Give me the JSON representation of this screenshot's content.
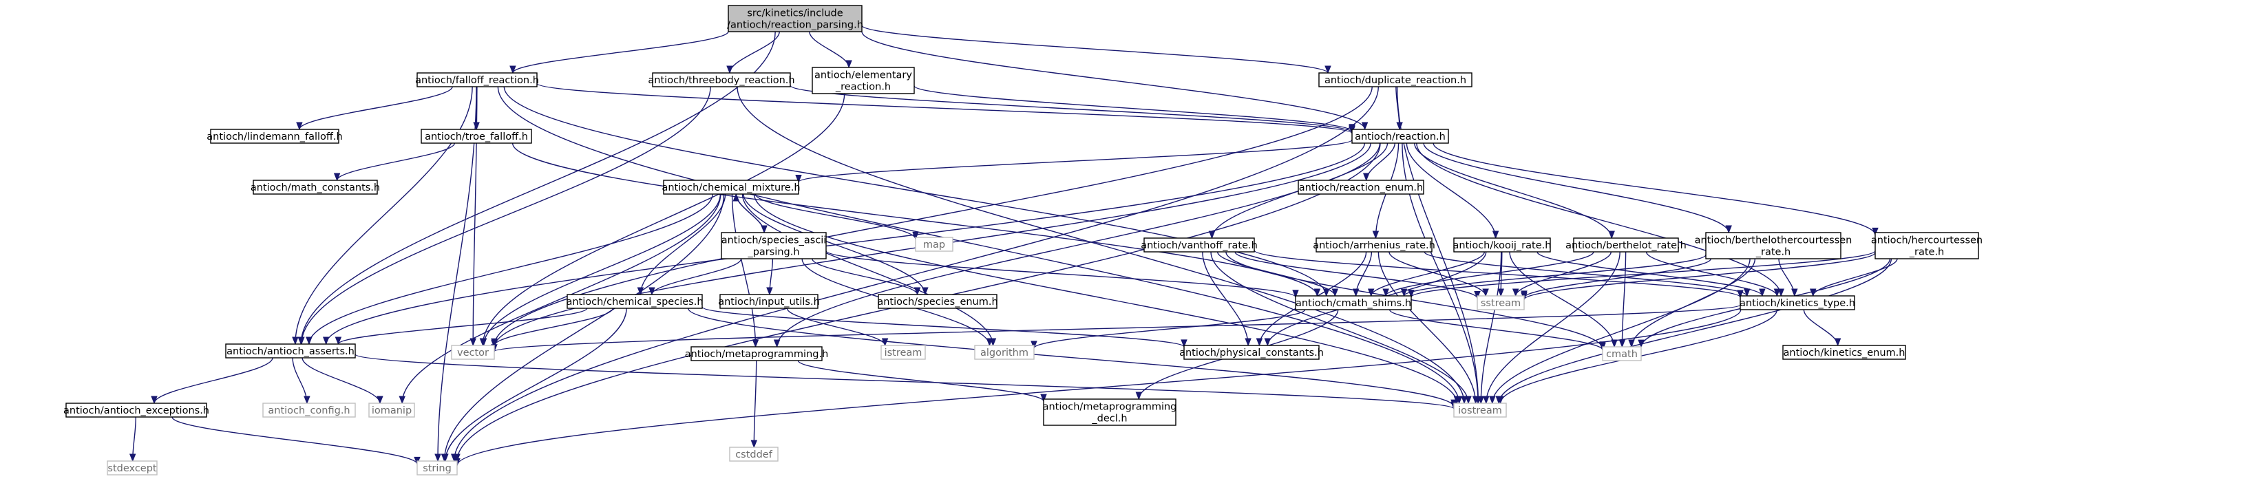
{
  "graph": {
    "colors": {
      "edge": "#191970",
      "node_border": "#000000",
      "external_border": "#bfbfbf",
      "root_fill": "#bfbfbf",
      "node_fill": "#ffffff",
      "external_text": "#6e6e6e"
    },
    "nodes": [
      {
        "id": "root",
        "lines": [
          "src/kinetics/include",
          "/antioch/reaction_parsing.h"
        ],
        "kind": "root"
      },
      {
        "id": "falloff",
        "lines": [
          "antioch/falloff_reaction.h"
        ],
        "kind": "internal"
      },
      {
        "id": "threebody",
        "lines": [
          "antioch/threebody_reaction.h"
        ],
        "kind": "internal"
      },
      {
        "id": "elementary",
        "lines": [
          "antioch/elementary",
          "_reaction.h"
        ],
        "kind": "internal"
      },
      {
        "id": "duplicate",
        "lines": [
          "antioch/duplicate_reaction.h"
        ],
        "kind": "internal"
      },
      {
        "id": "lindemann",
        "lines": [
          "antioch/lindemann_falloff.h"
        ],
        "kind": "internal"
      },
      {
        "id": "troe",
        "lines": [
          "antioch/troe_falloff.h"
        ],
        "kind": "internal"
      },
      {
        "id": "reaction",
        "lines": [
          "antioch/reaction.h"
        ],
        "kind": "internal"
      },
      {
        "id": "mathconst",
        "lines": [
          "antioch/math_constants.h"
        ],
        "kind": "internal"
      },
      {
        "id": "chemmix",
        "lines": [
          "antioch/chemical_mixture.h"
        ],
        "kind": "internal"
      },
      {
        "id": "reactenum",
        "lines": [
          "antioch/reaction_enum.h"
        ],
        "kind": "internal"
      },
      {
        "id": "map",
        "lines": [
          "map"
        ],
        "kind": "external"
      },
      {
        "id": "speciesascii",
        "lines": [
          "antioch/species_ascii",
          "_parsing.h"
        ],
        "kind": "internal"
      },
      {
        "id": "vanthoff",
        "lines": [
          "antioch/vanthoff_rate.h"
        ],
        "kind": "internal"
      },
      {
        "id": "arrhenius",
        "lines": [
          "antioch/arrhenius_rate.h"
        ],
        "kind": "internal"
      },
      {
        "id": "kooij",
        "lines": [
          "antioch/kooij_rate.h"
        ],
        "kind": "internal"
      },
      {
        "id": "berthelot",
        "lines": [
          "antioch/berthelot_rate.h"
        ],
        "kind": "internal"
      },
      {
        "id": "berthelothc",
        "lines": [
          "antioch/berthelothercourtessen",
          "_rate.h"
        ],
        "kind": "internal"
      },
      {
        "id": "hercourt",
        "lines": [
          "antioch/hercourtessen",
          "_rate.h"
        ],
        "kind": "internal"
      },
      {
        "id": "chemspecies",
        "lines": [
          "antioch/chemical_species.h"
        ],
        "kind": "internal"
      },
      {
        "id": "inpututils",
        "lines": [
          "antioch/input_utils.h"
        ],
        "kind": "internal"
      },
      {
        "id": "speciesenum",
        "lines": [
          "antioch/species_enum.h"
        ],
        "kind": "internal"
      },
      {
        "id": "cmathshims",
        "lines": [
          "antioch/cmath_shims.h"
        ],
        "kind": "internal"
      },
      {
        "id": "sstream",
        "lines": [
          "sstream"
        ],
        "kind": "external"
      },
      {
        "id": "kinetics",
        "lines": [
          "antioch/kinetics_type.h"
        ],
        "kind": "internal"
      },
      {
        "id": "asserts",
        "lines": [
          "antioch/antioch_asserts.h"
        ],
        "kind": "internal"
      },
      {
        "id": "vector",
        "lines": [
          "vector"
        ],
        "kind": "external"
      },
      {
        "id": "istream",
        "lines": [
          "istream"
        ],
        "kind": "external"
      },
      {
        "id": "algorithm",
        "lines": [
          "algorithm"
        ],
        "kind": "external"
      },
      {
        "id": "physconst",
        "lines": [
          "antioch/physical_constants.h"
        ],
        "kind": "internal"
      },
      {
        "id": "cmath",
        "lines": [
          "cmath"
        ],
        "kind": "external"
      },
      {
        "id": "kinenum",
        "lines": [
          "antioch/kinetics_enum.h"
        ],
        "kind": "internal"
      },
      {
        "id": "metaprog",
        "lines": [
          "antioch/metaprogramming.h"
        ],
        "kind": "internal"
      },
      {
        "id": "config",
        "lines": [
          "antioch_config.h"
        ],
        "kind": "external"
      },
      {
        "id": "iomanip",
        "lines": [
          "iomanip"
        ],
        "kind": "external"
      },
      {
        "id": "iostream",
        "lines": [
          "iostream"
        ],
        "kind": "external"
      },
      {
        "id": "exceptions",
        "lines": [
          "antioch/antioch_exceptions.h"
        ],
        "kind": "internal"
      },
      {
        "id": "cstddef",
        "lines": [
          "cstddef"
        ],
        "kind": "external"
      },
      {
        "id": "metadecl",
        "lines": [
          "antioch/metaprogramming",
          "_decl.h"
        ],
        "kind": "internal"
      },
      {
        "id": "stdexcept",
        "lines": [
          "stdexcept"
        ],
        "kind": "external"
      },
      {
        "id": "string",
        "lines": [
          "string"
        ],
        "kind": "external"
      }
    ],
    "edges": [
      [
        "root",
        "falloff"
      ],
      [
        "root",
        "threebody"
      ],
      [
        "root",
        "elementary"
      ],
      [
        "root",
        "duplicate"
      ],
      [
        "root",
        "reaction"
      ],
      [
        "root",
        "asserts"
      ],
      [
        "falloff",
        "lindemann"
      ],
      [
        "falloff",
        "troe"
      ],
      [
        "falloff",
        "reaction"
      ],
      [
        "falloff",
        "cmathshims"
      ],
      [
        "falloff",
        "asserts"
      ],
      [
        "falloff",
        "vector"
      ],
      [
        "falloff",
        "iostream"
      ],
      [
        "falloff",
        "string"
      ],
      [
        "threebody",
        "reaction"
      ],
      [
        "threebody",
        "asserts"
      ],
      [
        "threebody",
        "iostream"
      ],
      [
        "elementary",
        "reaction"
      ],
      [
        "elementary",
        "vector"
      ],
      [
        "duplicate",
        "reaction"
      ],
      [
        "duplicate",
        "string"
      ],
      [
        "duplicate",
        "iostream"
      ],
      [
        "duplicate",
        "vector"
      ],
      [
        "troe",
        "mathconst"
      ],
      [
        "troe",
        "cmathshims"
      ],
      [
        "reaction",
        "chemmix"
      ],
      [
        "reaction",
        "reactenum"
      ],
      [
        "reaction",
        "vanthoff"
      ],
      [
        "reaction",
        "arrhenius"
      ],
      [
        "reaction",
        "kooij"
      ],
      [
        "reaction",
        "berthelot"
      ],
      [
        "reaction",
        "berthelothc"
      ],
      [
        "reaction",
        "hercourt"
      ],
      [
        "reaction",
        "kinetics"
      ],
      [
        "reaction",
        "asserts"
      ],
      [
        "reaction",
        "vector"
      ],
      [
        "reaction",
        "iostream"
      ],
      [
        "reaction",
        "string"
      ],
      [
        "reaction",
        "metaprog"
      ],
      [
        "chemmix",
        "map"
      ],
      [
        "chemmix",
        "speciesascii"
      ],
      [
        "chemmix",
        "chemspecies"
      ],
      [
        "chemmix",
        "speciesenum"
      ],
      [
        "chemmix",
        "asserts"
      ],
      [
        "chemmix",
        "metaprog"
      ],
      [
        "chemmix",
        "vector"
      ],
      [
        "chemmix",
        "string"
      ],
      [
        "chemmix",
        "algorithm"
      ],
      [
        "chemmix",
        "iomanip"
      ],
      [
        "chemmix",
        "iostream"
      ],
      [
        "speciesascii",
        "chemmix"
      ],
      [
        "speciesascii",
        "chemspecies"
      ],
      [
        "speciesascii",
        "inpututils"
      ],
      [
        "speciesascii",
        "speciesenum"
      ],
      [
        "speciesascii",
        "cmathshims"
      ],
      [
        "speciesascii",
        "algorithm"
      ],
      [
        "chemspecies",
        "asserts"
      ],
      [
        "chemspecies",
        "vector"
      ],
      [
        "chemspecies",
        "string"
      ],
      [
        "chemspecies",
        "iostream"
      ],
      [
        "chemspecies",
        "physconst"
      ],
      [
        "inpututils",
        "istream"
      ],
      [
        "vanthoff",
        "cmathshims"
      ],
      [
        "vanthoff",
        "sstream"
      ],
      [
        "vanthoff",
        "kinetics"
      ],
      [
        "vanthoff",
        "physconst"
      ],
      [
        "vanthoff",
        "iostream"
      ],
      [
        "vanthoff",
        "cmath"
      ],
      [
        "arrhenius",
        "cmathshims"
      ],
      [
        "arrhenius",
        "sstream"
      ],
      [
        "arrhenius",
        "kinetics"
      ],
      [
        "arrhenius",
        "physconst"
      ],
      [
        "arrhenius",
        "iostream"
      ],
      [
        "kooij",
        "cmathshims"
      ],
      [
        "kooij",
        "sstream"
      ],
      [
        "kooij",
        "kinetics"
      ],
      [
        "kooij",
        "physconst"
      ],
      [
        "kooij",
        "iostream"
      ],
      [
        "kooij",
        "cmath"
      ],
      [
        "berthelot",
        "cmathshims"
      ],
      [
        "berthelot",
        "sstream"
      ],
      [
        "berthelot",
        "kinetics"
      ],
      [
        "berthelot",
        "iostream"
      ],
      [
        "berthelot",
        "cmath"
      ],
      [
        "berthelothc",
        "cmathshims"
      ],
      [
        "berthelothc",
        "sstream"
      ],
      [
        "berthelothc",
        "kinetics"
      ],
      [
        "berthelothc",
        "iostream"
      ],
      [
        "berthelothc",
        "cmath"
      ],
      [
        "hercourt",
        "cmathshims"
      ],
      [
        "hercourt",
        "sstream"
      ],
      [
        "hercourt",
        "kinetics"
      ],
      [
        "hercourt",
        "iostream"
      ],
      [
        "hercourt",
        "cmath"
      ],
      [
        "cmathshims",
        "cmath"
      ],
      [
        "cmathshims",
        "algorithm"
      ],
      [
        "cmathshims",
        "metadecl"
      ],
      [
        "kinetics",
        "kinenum"
      ],
      [
        "kinetics",
        "vector"
      ],
      [
        "kinetics",
        "iostream"
      ],
      [
        "kinetics",
        "string"
      ],
      [
        "asserts",
        "config"
      ],
      [
        "asserts",
        "iomanip"
      ],
      [
        "asserts",
        "iostream"
      ],
      [
        "asserts",
        "exceptions"
      ],
      [
        "metaprog",
        "cstddef"
      ],
      [
        "metaprog",
        "metadecl"
      ],
      [
        "exceptions",
        "stdexcept"
      ],
      [
        "exceptions",
        "string"
      ]
    ]
  }
}
